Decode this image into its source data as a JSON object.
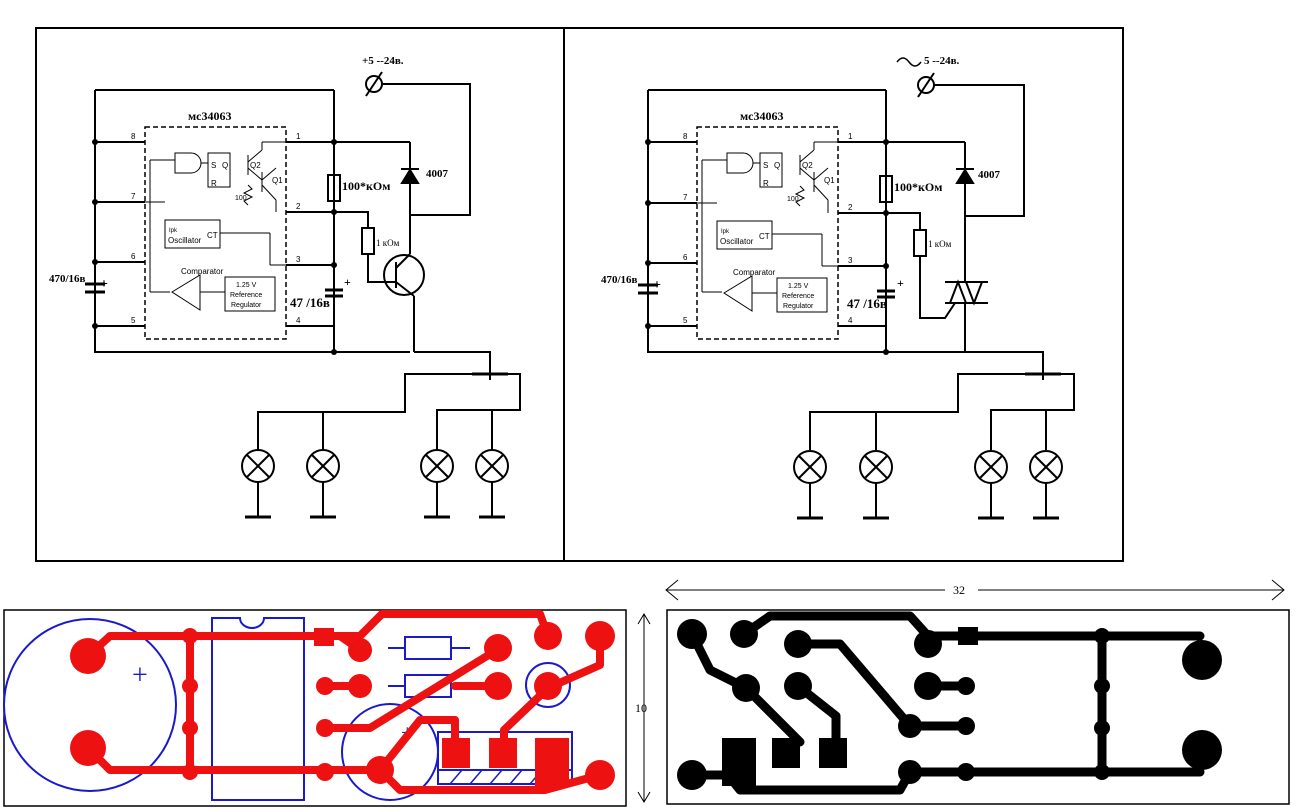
{
  "left_schematic": {
    "supply_label": "+5 --24в.",
    "ic_name": "мс34063",
    "pins": [
      "8",
      "7",
      "6",
      "5",
      "1",
      "2",
      "3",
      "4"
    ],
    "latch_s": "S",
    "latch_q": "Q",
    "latch_r": "R",
    "q2_label": "Q2",
    "q1_label": "Q1",
    "r100_label": "100",
    "osc_label": "Oscillator",
    "ipk_label": "Ipk",
    "ct_label": "CT",
    "comparator_label": "Comparator",
    "ref_line1": "1.25 V",
    "ref_line2": "Reference",
    "ref_line3": "Regulator",
    "r_100k": "100*кОм",
    "r_1k": "1 кОм",
    "diode": "4007",
    "cap_big": "470/16в",
    "cap_small": "47 /16в",
    "plus_sign": "+"
  },
  "right_schematic": {
    "supply_label": "5 --24в.",
    "ic_name": "мс34063",
    "pins": [
      "8",
      "7",
      "6",
      "5",
      "1",
      "2",
      "3",
      "4"
    ],
    "latch_s": "S",
    "latch_q": "Q",
    "latch_r": "R",
    "q2_label": "Q2",
    "q1_label": "Q1",
    "r100_label": "100",
    "osc_label": "Oscillator",
    "ipk_label": "Ipk",
    "ct_label": "CT",
    "comparator_label": "Comparator",
    "ref_line1": "1.25 V",
    "ref_line2": "Reference",
    "ref_line3": "Regulator",
    "r_100k": "100*кОм",
    "r_1k": "1 кОм",
    "diode": "4007",
    "cap_big": "470/16в",
    "cap_small": "47 /16в",
    "plus_sign": "+"
  },
  "pcb": {
    "width_dim": "32",
    "height_dim": "10",
    "plus_sign": "+"
  },
  "colors": {
    "line": "#000000",
    "copper": "#ee1111",
    "silkscreen": "#1a1acc"
  }
}
